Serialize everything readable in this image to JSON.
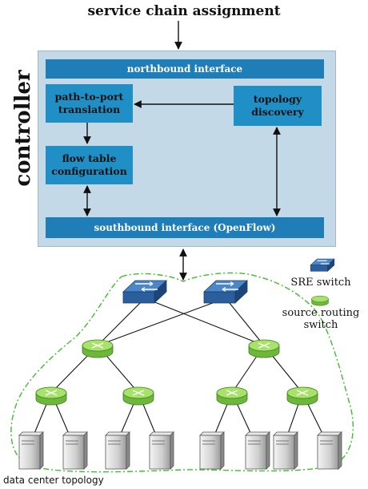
{
  "title": "service chain assignment",
  "controller": {
    "label": "controller",
    "northbound": "northbound interface",
    "path_to_port": "path-to-port translation",
    "topology_discovery": "topology discovery",
    "flow_table": "flow table configuration",
    "southbound": "southbound interface (OpenFlow)"
  },
  "legend": {
    "sre_switch": "SRE switch",
    "source_routing_switch": "source routing switch"
  },
  "topology_label": "data center topology",
  "colors": {
    "controller_bg": "#c3d9e7",
    "interface_bar": "#1f7db8",
    "module_block": "#1f8fc6",
    "sre_switch": "#2a5e9c",
    "source_routing_switch": "#8bd84b",
    "topology_outline": "#3bbf2a"
  }
}
